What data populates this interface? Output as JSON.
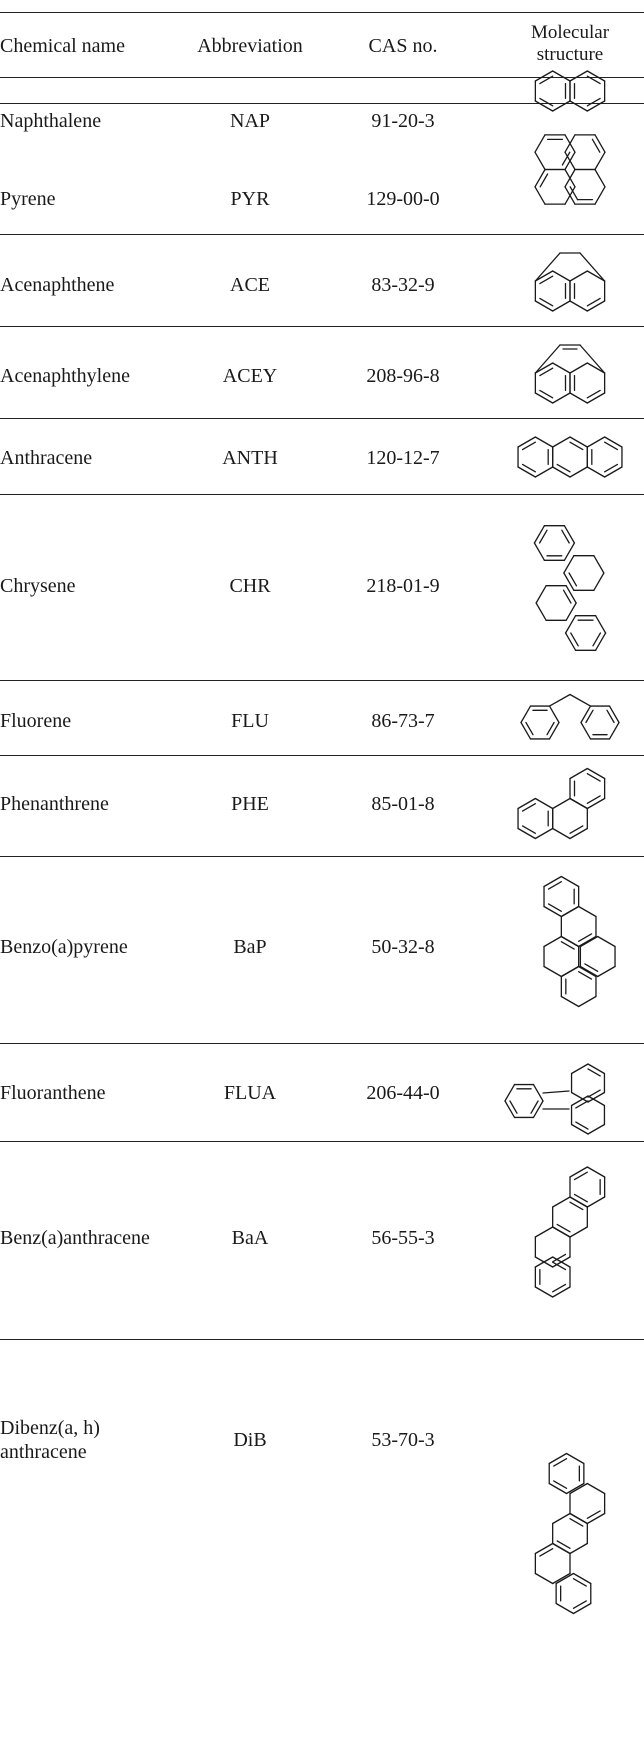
{
  "table": {
    "headers": {
      "name": "Chemical name",
      "abbreviation": "Abbreviation",
      "cas": "CAS no.",
      "structure_line1": "Molecular",
      "structure_line2": "structure"
    },
    "rows": [
      {
        "name": "Naphthalene",
        "abbr": "NAP",
        "cas": "91-20-3"
      },
      {
        "name": "Pyrene",
        "abbr": "PYR",
        "cas": "129-00-0"
      },
      {
        "name": "Acenaphthene",
        "abbr": "ACE",
        "cas": "83-32-9"
      },
      {
        "name": "Acenaphthylene",
        "abbr": "ACEY",
        "cas": "208-96-8"
      },
      {
        "name": "Anthracene",
        "abbr": "ANTH",
        "cas": "120-12-7"
      },
      {
        "name": "Chrysene",
        "abbr": "CHR",
        "cas": "218-01-9"
      },
      {
        "name": "Fluorene",
        "abbr": "FLU",
        "cas": "86-73-7"
      },
      {
        "name": "Phenanthrene",
        "abbr": "PHE",
        "cas": "85-01-8"
      },
      {
        "name": "Benzo(a)pyrene",
        "abbr": "BaP",
        "cas": "50-32-8"
      },
      {
        "name": "Fluoranthene",
        "abbr": "FLUA",
        "cas": "206-44-0"
      },
      {
        "name": "Benz(a)anthracene",
        "abbr": "BaA",
        "cas": "56-55-3"
      },
      {
        "name": "Dibenz(a, h)",
        "name_line2": "anthracene",
        "abbr": "DiB",
        "cas": "53-70-3"
      }
    ]
  }
}
